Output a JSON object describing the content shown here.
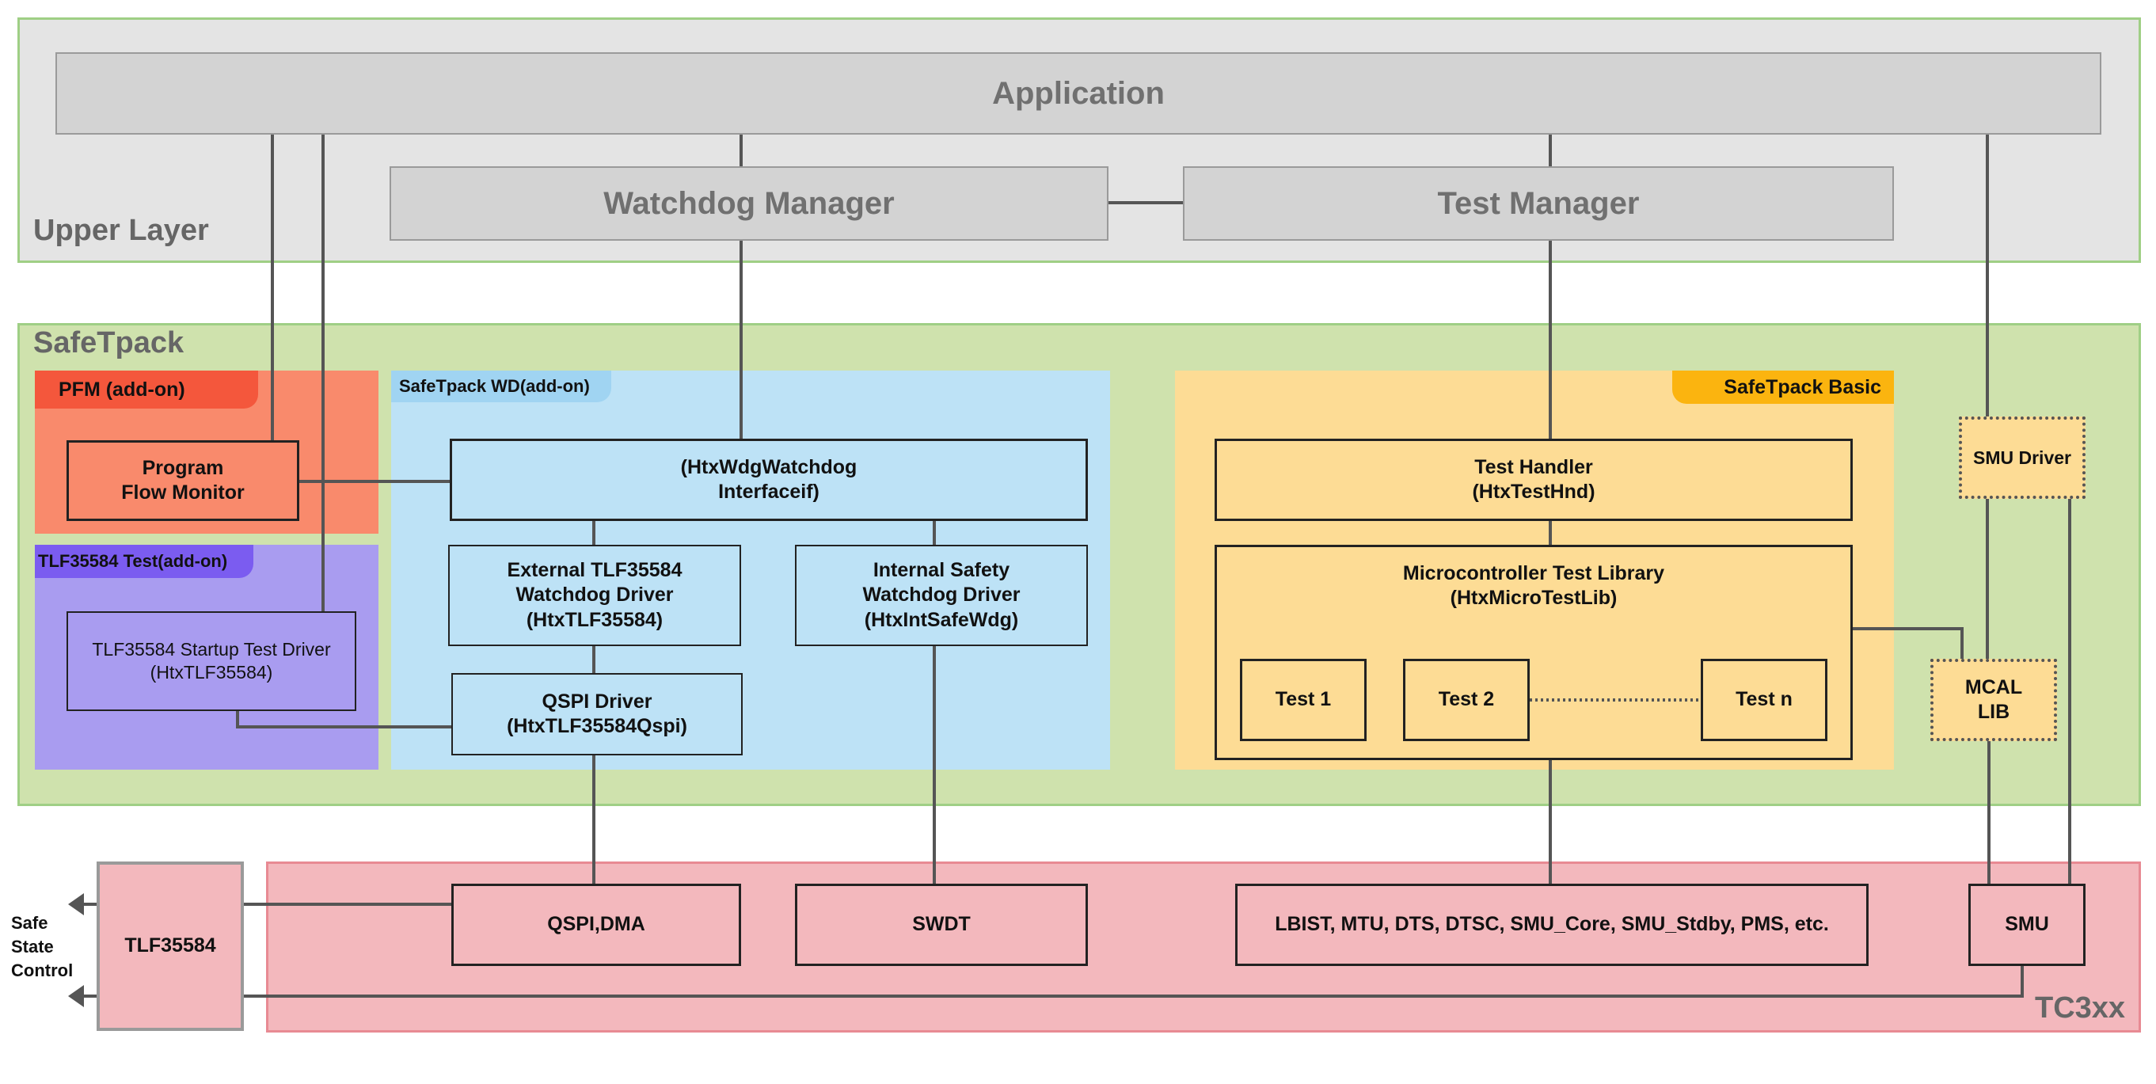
{
  "layers": {
    "upper": "Upper Layer",
    "safetpack": "SafeTpack",
    "tc3xx": "TC3xx"
  },
  "upper": {
    "application": "Application",
    "watchdog_manager": "Watchdog Manager",
    "test_manager": "Test Manager"
  },
  "pfm": {
    "tab": "PFM (add-on)",
    "program_flow_monitor": "Program\nFlow Monitor"
  },
  "tlf_test": {
    "tab": "TLF35584 Test(add-on)",
    "startup_driver": "TLF35584 Startup Test Driver\n(HtxTLF35584)"
  },
  "wd": {
    "tab": "SafeTpack WD(add-on)",
    "interface": "(HtxWdgWatchdog\nInterfaceif)",
    "external_driver": "External TLF35584\nWatchdog Driver\n(HtxTLF35584)",
    "internal_driver": "Internal Safety\nWatchdog Driver\n(HtxIntSafeWdg)",
    "qspi_driver": "QSPI Driver\n(HtxTLF35584Qspi)"
  },
  "basic": {
    "tab": "SafeTpack Basic",
    "test_handler": "Test Handler\n(HtxTestHnd)",
    "micro_test_lib": "Microcontroller Test Library\n(HtxMicroTestLib)",
    "tests": [
      "Test 1",
      "Test 2",
      "Test n"
    ]
  },
  "smu_driver": "SMU Driver",
  "mcal_lib": "MCAL\nLIB",
  "tc3xx": {
    "qspi_dma": "QSPI,DMA",
    "swdt": "SWDT",
    "peripherals": "LBIST, MTU, DTS, DTSC, SMU_Core, SMU_Stdby, PMS, etc.",
    "smu": "SMU"
  },
  "tlf35584": "TLF35584",
  "safe_state": "Safe\nState\nControl",
  "colors": {
    "upper_bg": "#e4e4e4",
    "safetpack_bg": "#cfe2ad",
    "layer_border": "#9fcf85",
    "pfm_bg": "#f98a6c",
    "pfm_tab": "#f4573c",
    "tlf_test_bg": "#a99cf0",
    "tlf_test_tab": "#7b5cf0",
    "wd_bg": "#bde2f6",
    "wd_tab": "#a0d4f2",
    "basic_bg": "#fddc95",
    "basic_tab": "#fbb40f",
    "tc3xx_bg": "#f3b8bd"
  }
}
